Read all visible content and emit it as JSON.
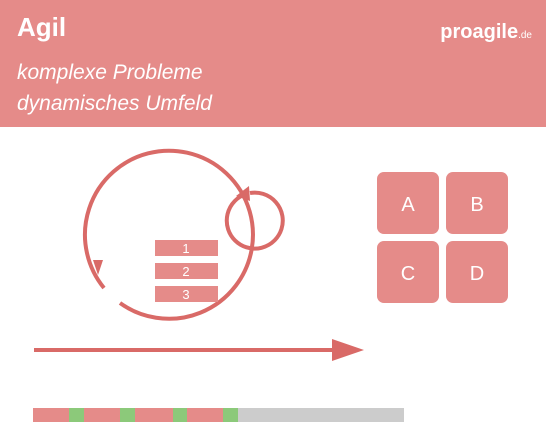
{
  "header": {
    "title": "Agil",
    "subtitle_line1": "komplexe Probleme",
    "subtitle_line2": "dynamisches Umfeld",
    "logo": "proagile",
    "logo_tld": ".de"
  },
  "colors": {
    "accent": "#e58b89",
    "dark_red": "#d96a67",
    "green": "#8cc97a",
    "gray": "#cccccc",
    "text_white": "#ffffff"
  },
  "stack_items": [
    "1",
    "2",
    "3"
  ],
  "tiles": [
    "A",
    "B",
    "C",
    "D"
  ],
  "progress_segments": [
    "red",
    "green",
    "red",
    "green",
    "red",
    "green",
    "red",
    "green",
    "gray"
  ]
}
